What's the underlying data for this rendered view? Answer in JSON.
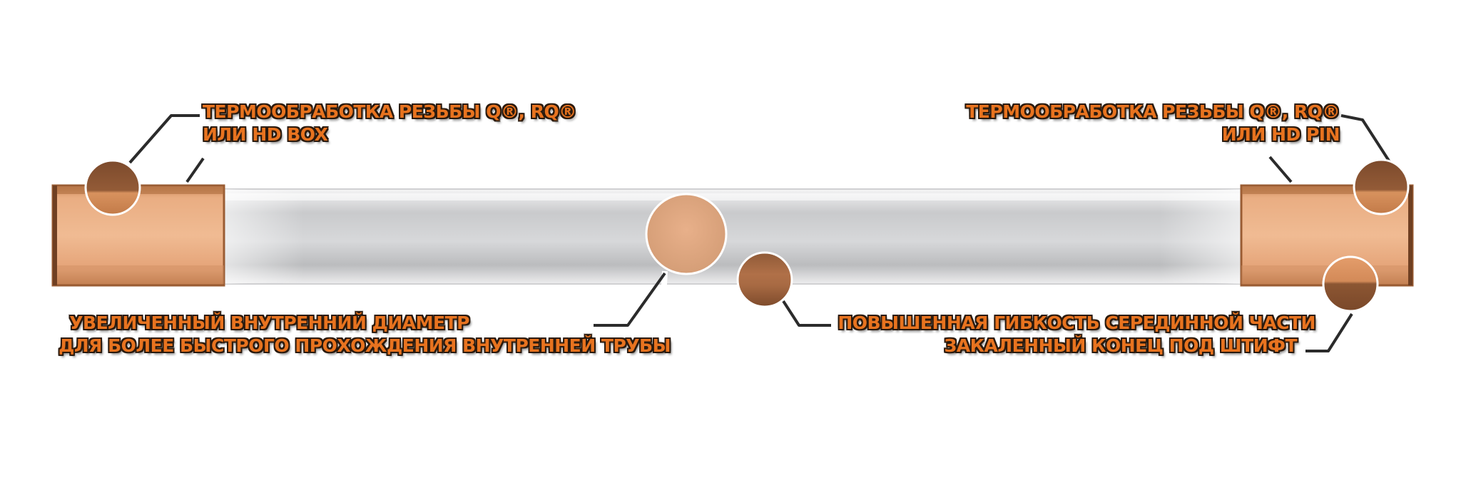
{
  "colors": {
    "label_orange": "#e8731f",
    "label_outline": "#2a1a0e",
    "tool_joint": "#e6a77a",
    "tool_joint_dark": "#b66f3f",
    "tube_light": "#e9e9ea",
    "tube_mid": "#bdbec0",
    "marker_brown": "#8a5534",
    "marker_tan": "#dca27a"
  },
  "callouts": {
    "top_left": {
      "line1": "ТЕРМООБРАБОТКА РЕЗЬБЫ Q®, RQ®",
      "line2": "ИЛИ HD BOX"
    },
    "top_right": {
      "line1": "ТЕРМООБРАБОТКА РЕЗЬБЫ Q®, RQ®",
      "line2": "ИЛИ HD PIN"
    },
    "bottom_left": {
      "line1": "УВЕЛИЧЕННЫЙ ВНУТРЕННИЙ ДИАМЕТР",
      "line2": "ДЛЯ БОЛЕЕ БЫСТРОГО ПРОХОЖДЕНИЯ ВНУТРЕННЕЙ ТРУБЫ"
    },
    "bottom_right": {
      "line1": "ПОВЫШЕННАЯ ГИБКОСТЬ СЕРЕДИННОЙ ЧАСТИ",
      "line2": "ЗАКАЛЕННЫЙ КОНЕЦ ПОД ШТИФТ"
    }
  }
}
